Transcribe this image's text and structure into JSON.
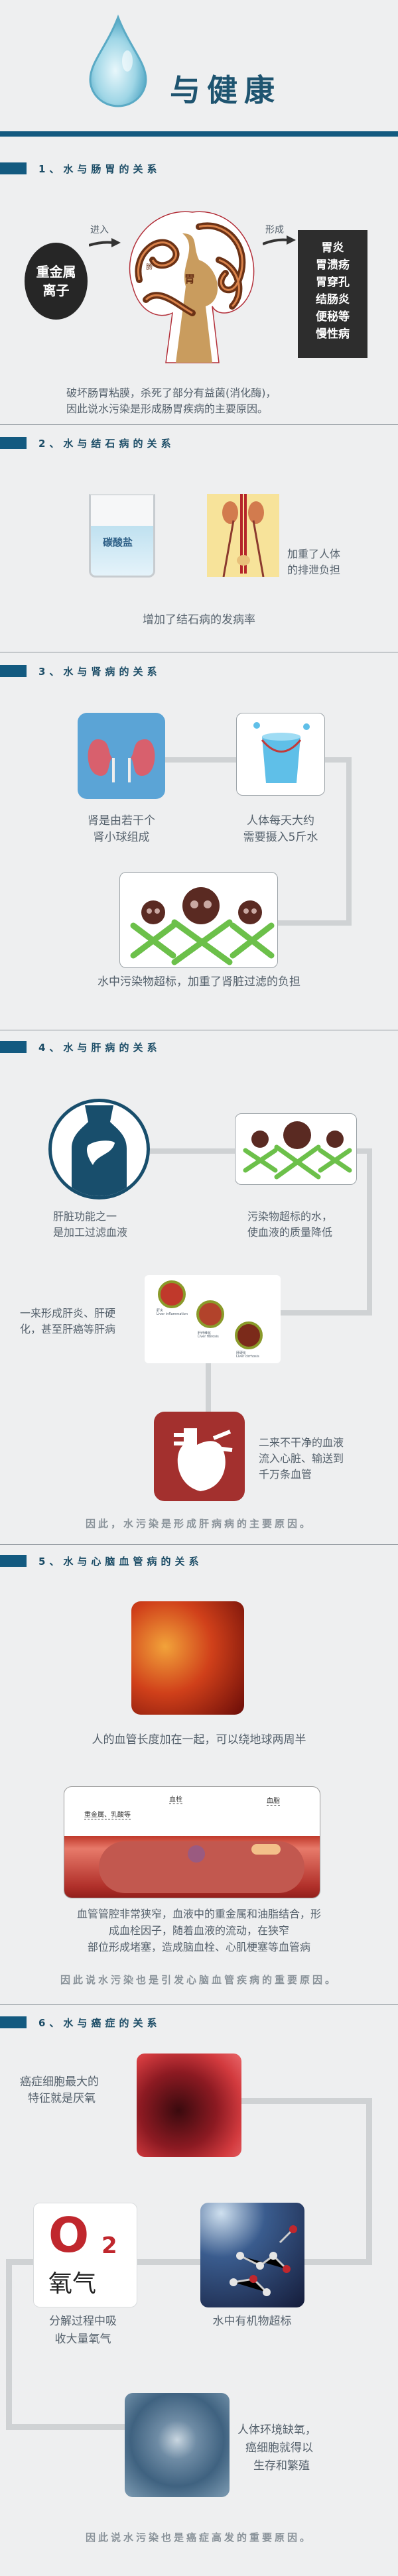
{
  "header": {
    "title": "与健康"
  },
  "s1": {
    "heading": "1、水与肠胃的关系",
    "source": "重金属离子",
    "enter": "进入",
    "form": "形成",
    "stomach": "胃",
    "intestine": "肠",
    "diseases": [
      "胃炎",
      "胃溃疡",
      "胃穿孔",
      "结肠炎",
      "便秘等",
      "慢性病"
    ],
    "caption": [
      "破坏肠胃粘膜，杀死了部分有益菌(消化酶)，",
      "因此说水污染是形成肠胃疾病的主要原因。"
    ]
  },
  "s2": {
    "heading": "2、水与结石病的关系",
    "glass_label": "碳酸盐",
    "side_text": [
      "加重了人体",
      "的排泄负担"
    ],
    "caption": "增加了结石病的发病率"
  },
  "s3": {
    "heading": "3、水与肾病的关系",
    "kidney_text": [
      "肾是由若干个",
      "肾小球组成"
    ],
    "water_text": [
      "人体每天大约",
      "需要摄入5斤水"
    ],
    "caption": "水中污染物超标，加重了肾脏过滤的负担"
  },
  "s4": {
    "heading": "4、水与肝病的关系",
    "liver_text": [
      "肝脏功能之一",
      "是加工过滤血液"
    ],
    "poison_text": [
      "污染物超标的水，",
      "使血液的质量降低"
    ],
    "disease_text": [
      "一来形成肝炎、肝硬",
      "化，甚至肝癌等肝病"
    ],
    "stages": [
      {
        "cn": "肝炎",
        "en": "Liver inflammation"
      },
      {
        "cn": "肝纤维化",
        "en": "Liver fibrosis"
      },
      {
        "cn": "肝硬化",
        "en": "Liver cirrhosis"
      }
    ],
    "heart_text": [
      "二来不干净的血液",
      "流入心脏、输送到",
      "千万条血管"
    ],
    "caption": "因此，水污染是形成肝病病的主要原因。"
  },
  "s5": {
    "heading": "5、水与心脑血管病的关系",
    "vessel_caption": "人的血管长度加在一起，可以绕地球两周半",
    "labels": {
      "metal": "重金属、乳酸等",
      "clot": "血栓",
      "lipid": "血脂"
    },
    "text": [
      "血管管腔非常狭窄，血液中的重金属和油脂结合，形",
      "成血栓因子，随着血液的流动，在狭窄",
      "部位形成堵塞，造成脑血栓、心肌梗塞等血管病"
    ],
    "caption": "因此说水污染也是引发心脑血管疾病的重要原因。"
  },
  "s6": {
    "heading": "6、水与癌症的关系",
    "cell_text": [
      "癌症细胞最大的",
      "特征就是厌氧"
    ],
    "o2_label": "O",
    "o2_sub": "2",
    "o2_cn": "氧气",
    "o2_text": [
      "分解过程中吸",
      "收大量氧气"
    ],
    "organic_text": "水中有机物超标",
    "env_text": [
      "人体环境缺氧，",
      "癌细胞就得以",
      "生存和繁殖"
    ],
    "caption": "因此说水污染也是癌症高发的重要原因。"
  },
  "colors": {
    "accent": "#135a80",
    "bg": "#eeeff0"
  }
}
